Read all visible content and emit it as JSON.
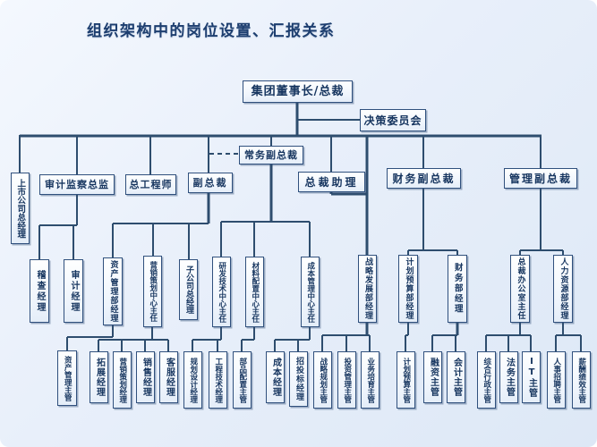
{
  "title": "组织架构中的岗位设置、汇报关系",
  "palette": {
    "background": "#e8effa",
    "box_border": "#30507d",
    "box_fill": "#f4f9ff",
    "text": "#16355f",
    "connector": "#2e4d6e"
  },
  "nodes": {
    "chairman": "集团董事长/总裁",
    "decision_committee": "决策委员会",
    "executive_vp": "常务副总裁",
    "listed_company_gm": "上市公司总经理",
    "audit_supervision_director": "审计监察总监",
    "chief_engineer": "总工程师",
    "vp": "副总裁",
    "president_assistant": "总裁助理",
    "finance_vp": "财务副总裁",
    "management_vp": "管理副总裁",
    "inspection_manager": "稽查经理",
    "audit_manager": "审计经理",
    "asset_mgmt_dept_manager": "资产管理部经理",
    "marketing_planning_center_director": "营销策划中心主任",
    "subsidiary_gm": "子公司总经理",
    "rd_tech_center_director": "研发技术中心主任",
    "material_config_center_director": "材料配置中心主任",
    "cost_mgmt_center_director": "成本管理中心主任",
    "strategy_dev_dept_manager": "战略发展部经理",
    "planning_budget_dept_manager": "计划预算部经理",
    "finance_dept_manager": "财务部经理",
    "president_office_director": "总裁办公室主任",
    "hr_dept_manager": "人力资源部经理",
    "asset_mgmt_supervisor": "资产管理主管",
    "expansion_manager": "拓展经理",
    "marketing_planning_manager": "营销策划经理",
    "sales_manager": "销售经理",
    "customer_service_manager": "客服经理",
    "planning_design_manager": "规划设计经理",
    "engineering_tech_manager": "工程技术经理",
    "component_config_supervisor": "部品配置主管",
    "cost_manager": "成本经理",
    "bidding_manager": "招投标经理",
    "strategic_planning_supervisor": "战略规划主管",
    "investment_mgmt_supervisor": "投资管理主管",
    "business_cultivation_supervisor": "业务培育主管",
    "planning_budget_supervisor": "计划预算主管",
    "financing_supervisor": "融资主管",
    "accounting_supervisor": "会计主管",
    "general_admin_supervisor": "综合行政主管",
    "legal_supervisor": "法务主管",
    "it_supervisor": "IT主管",
    "hr_recruitment_supervisor": "人事招聘主管",
    "compensation_performance_supervisor": "薪酬绩效主管"
  }
}
